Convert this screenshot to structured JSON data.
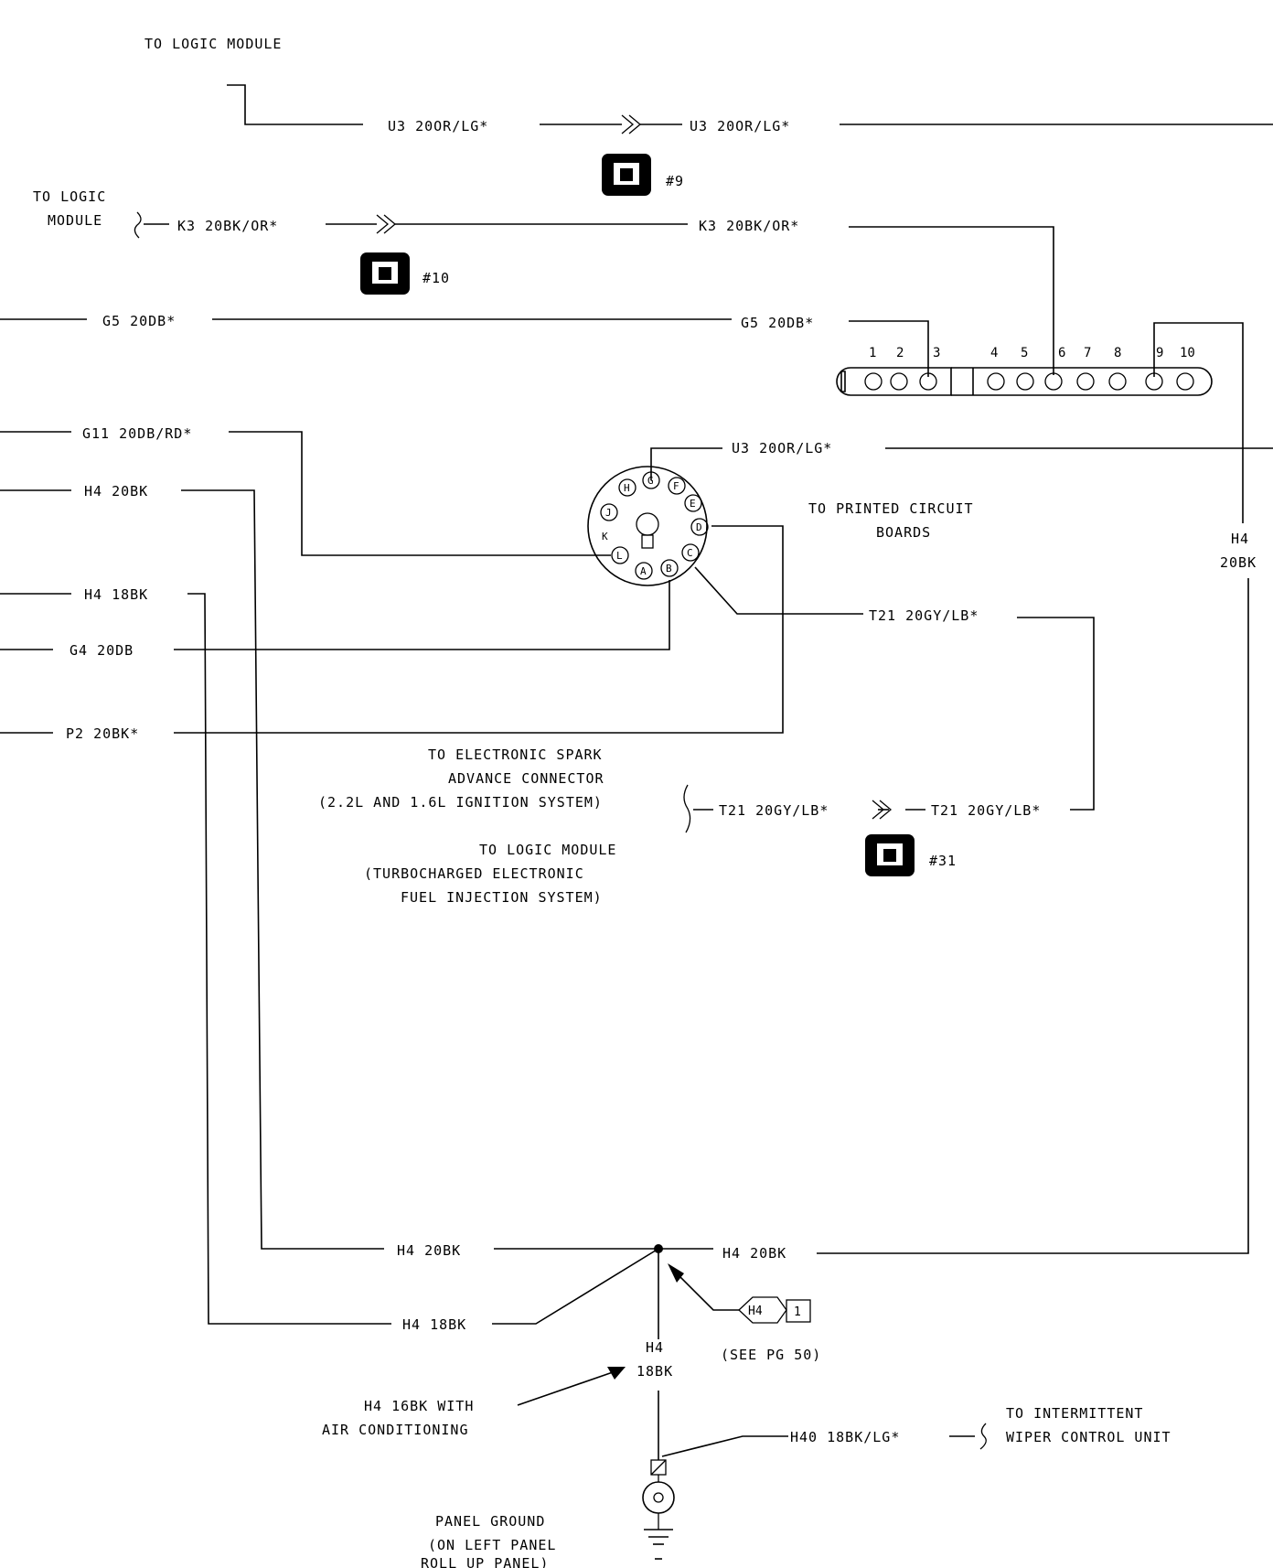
{
  "labels": {
    "to_logic_module_top": "TO LOGIC MODULE",
    "to_logic_l1": "TO LOGIC",
    "to_logic_l2": "MODULE",
    "u3_a": "U3 20OR/LG*",
    "u3_b": "U3 20OR/LG*",
    "u3_c": "U3 20OR/LG*",
    "k3_a": "K3 20BK/OR*",
    "k3_b": "K3 20BK/OR*",
    "g5_a": "G5 20DB*",
    "g5_b": "G5 20DB*",
    "g11": "G11 20DB/RD*",
    "h4_20bk_left": "H4 20BK",
    "h4_18bk_left": "H4 18BK",
    "g4": "G4 20DB",
    "p2": "P2 20BK*",
    "t21_a": "T21 20GY/LB*",
    "t21_b": "T21 20GY/LB*",
    "t21_c": "T21 20GY/LB*",
    "conn9": "#9",
    "conn10": "#10",
    "conn31": "#31",
    "pcb_l1": "TO PRINTED CIRCUIT",
    "pcb_l2": "BOARDS",
    "h4_right_l1": "H4",
    "h4_right_l2": "20BK",
    "esa_l1": "TO ELECTRONIC SPARK",
    "esa_l2": "ADVANCE CONNECTOR",
    "esa_l3": "(2.2L AND 1.6L IGNITION SYSTEM)",
    "tlm_l1": "TO LOGIC MODULE",
    "tlm_l2": "(TURBOCHARGED ELECTRONIC",
    "tlm_l3": "FUEL INJECTION SYSTEM)",
    "h4_20bk_bottom_left": "H4 20BK",
    "h4_20bk_bottom_right": "H4 20BK",
    "h4_18bk_bottom": "H4 18BK",
    "h4_down_l1": "H4",
    "h4_down_l2": "18BK",
    "splice_id": "H4",
    "splice_num": "1",
    "see_pg": "(SEE PG 50)",
    "ac_l1": "H4 16BK WITH",
    "ac_l2": "AIR CONDITIONING",
    "h40": "H40 18BK/LG*",
    "wiper_l1": "TO INTERMITTENT",
    "wiper_l2": "WIPER CONTROL UNIT",
    "ground_l1": "PANEL GROUND",
    "ground_l2": "(ON LEFT PANEL",
    "ground_l3": "ROLL UP PANEL)"
  },
  "connector_pins": [
    "1",
    "2",
    "3",
    "4",
    "5",
    "6",
    "7",
    "8",
    "9",
    "10"
  ],
  "round_connector_pins": [
    "G",
    "F",
    "E",
    "D",
    "C",
    "B",
    "A",
    "L",
    "K",
    "J",
    "H"
  ]
}
